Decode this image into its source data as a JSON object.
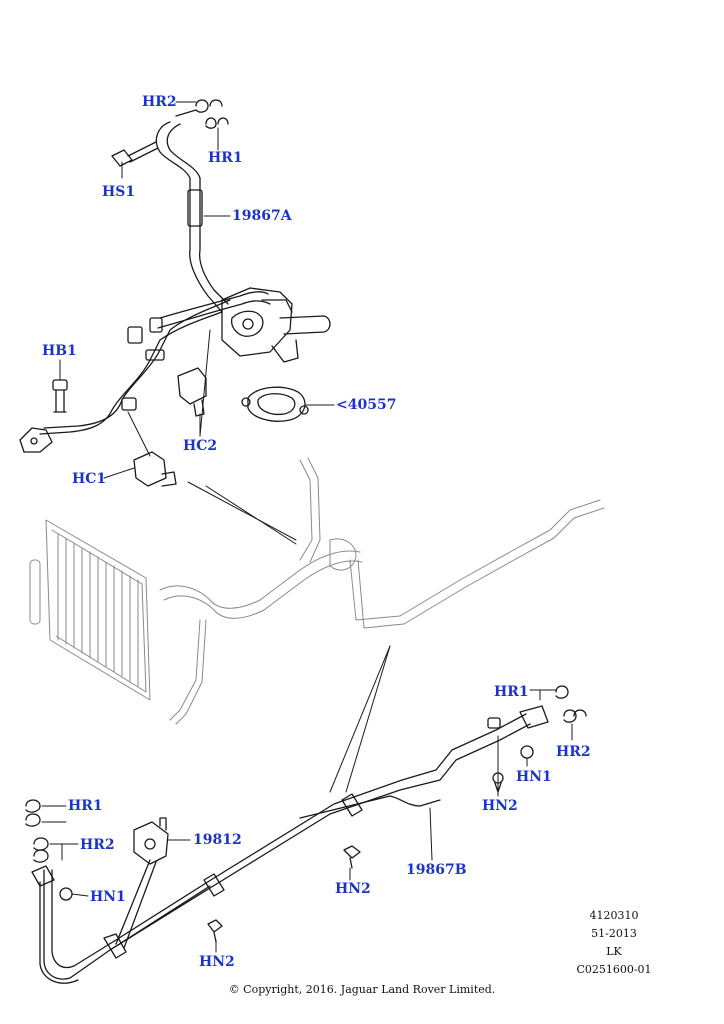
{
  "callouts": {
    "hr2_top": "HR2",
    "hr1_top": "HR1",
    "hs1": "HS1",
    "hose_a": "19867A",
    "hb1": "HB1",
    "hc2": "HC2",
    "gasket": "<40557",
    "hc1": "HC1",
    "hr1_right": "HR1",
    "hr2_right": "HR2",
    "hn1_right": "HN1",
    "hn2_right": "HN2",
    "hr1_left": "HR1",
    "hr2_left": "HR2",
    "block": "19812",
    "hn1_left": "HN1",
    "hn2_mid": "HN2",
    "hose_b": "19867B",
    "hn2_bottom": "HN2"
  },
  "meta": {
    "line1": "4120310",
    "line2": "51-2013",
    "line3": "LK",
    "line4": "C0251600-01"
  },
  "copyright": "© Copyright, 2016. Jaguar Land Rover Limited.",
  "colors": {
    "callout": "#1a33c8",
    "line": "#1a1a1a",
    "ghost": "#9a9a9a"
  }
}
